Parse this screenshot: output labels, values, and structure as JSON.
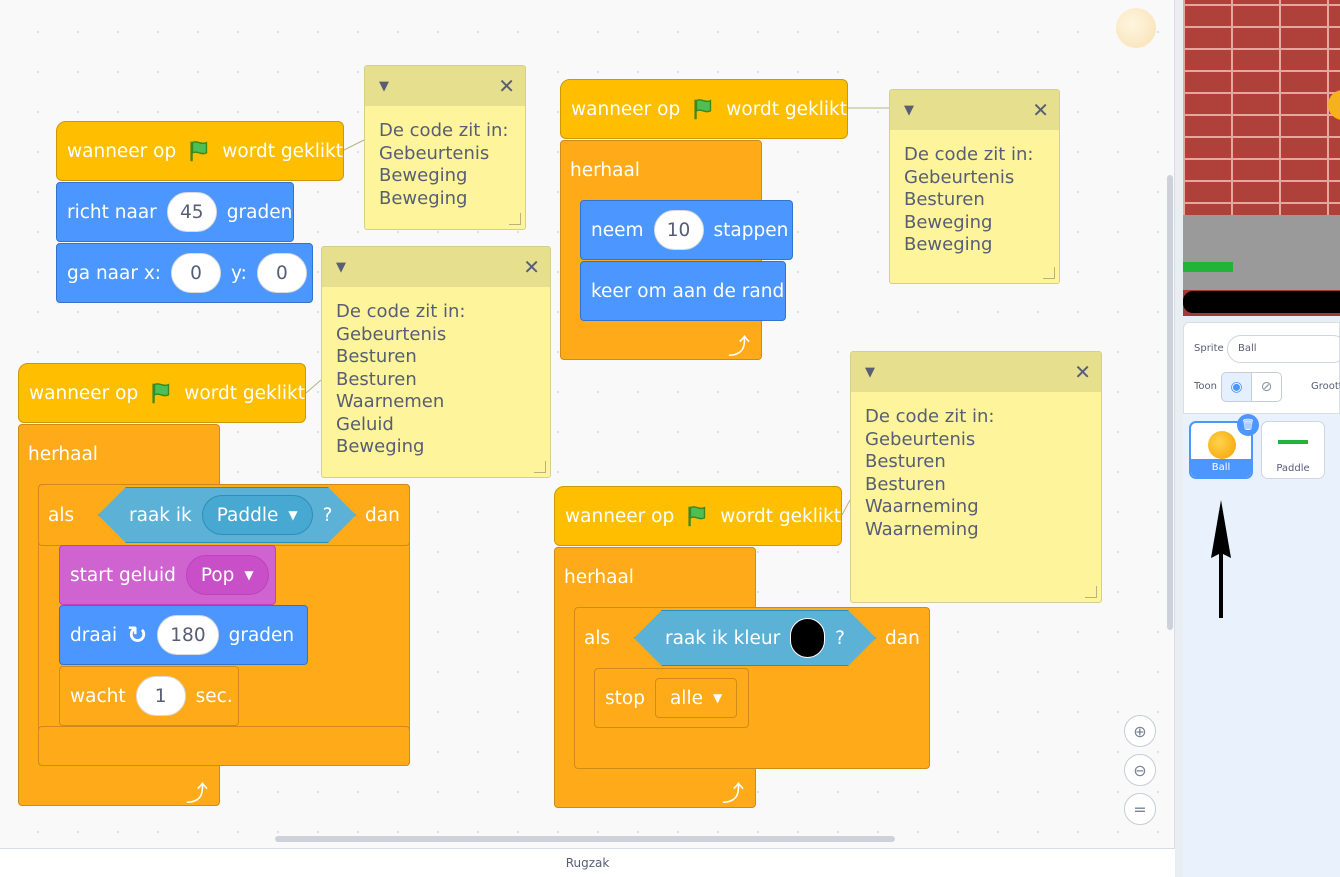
{
  "scripts": {
    "s1": {
      "hat": [
        "wanneer op",
        "wordt geklikt"
      ],
      "richt": [
        "richt naar",
        "45",
        "graden"
      ],
      "ganaar": [
        "ga naar x:",
        "0",
        "y:",
        "0"
      ]
    },
    "s2": {
      "hat": [
        "wanneer op",
        "wordt geklikt"
      ],
      "herhaal": "herhaal",
      "als": "als",
      "raak": [
        "raak ik",
        "Paddle",
        "?"
      ],
      "dan": "dan",
      "geluid": [
        "start geluid",
        "Pop"
      ],
      "draai": [
        "draai",
        "180",
        "graden"
      ],
      "wacht": [
        "wacht",
        "1",
        "sec."
      ]
    },
    "s3": {
      "hat": [
        "wanneer op",
        "wordt geklikt"
      ],
      "herhaal": "herhaal",
      "neem": [
        "neem",
        "10",
        "stappen"
      ],
      "keer": "keer om aan de rand"
    },
    "s4": {
      "hat": [
        "wanneer op",
        "wordt geklikt"
      ],
      "herhaal": "herhaal",
      "als": "als",
      "kleur": [
        "raak ik kleur",
        "?"
      ],
      "dan": "dan",
      "stop": [
        "stop",
        "alle"
      ]
    }
  },
  "notes": {
    "n1": [
      "De code zit in:",
      "Gebeurtenis",
      "Beweging",
      "Beweging"
    ],
    "n2": [
      "De code zit in:",
      "Gebeurtenis",
      "Besturen",
      "Besturen",
      "Waarnemen",
      "Geluid",
      "Beweging"
    ],
    "n3": [
      "De code zit in:",
      "Gebeurtenis",
      "Besturen",
      "Beweging",
      "Beweging"
    ],
    "n4": [
      "De code zit in:",
      "Gebeurtenis",
      "Besturen",
      "Besturen",
      "Waarneming",
      "Waarneming"
    ]
  },
  "bottom": {
    "backpack": "Rugzak"
  },
  "sprite_panel": {
    "sprite_label": "Sprite",
    "sprite_name": "Ball",
    "show_label": "Toon",
    "size_label": "Grootte"
  },
  "sprites": [
    {
      "name": "Ball",
      "selected": true
    },
    {
      "name": "Paddle",
      "selected": false
    }
  ],
  "colors": {
    "events": "#ffbf00",
    "control": "#ffab19",
    "motion": "#4c97ff",
    "sound": "#cf63cf",
    "sensing": "#5cb1d6",
    "note": "#fef49c",
    "accent": "#4c97ff"
  }
}
